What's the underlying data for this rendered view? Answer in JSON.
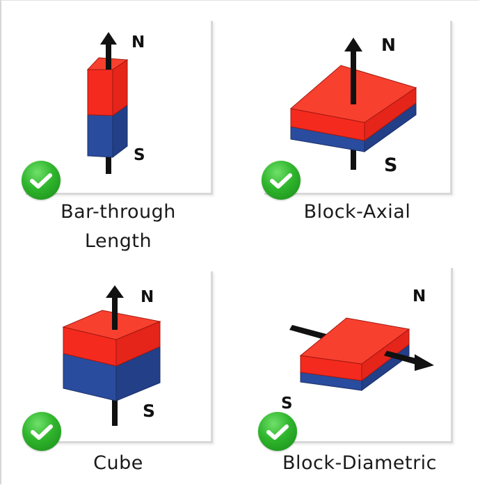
{
  "colors": {
    "north_red": "#f42a1e",
    "south_blue": "#2a4c9e",
    "arrow_black": "#111111",
    "check_green": "#2fb52c",
    "card_border": "#d8d8d8"
  },
  "cards": [
    {
      "id": "bar-through-length",
      "label_lines": [
        "Bar-through",
        "Length"
      ],
      "north_label": "N",
      "south_label": "S",
      "magnetization": "axial-through-length",
      "checked": true,
      "check_icon": "check-circle-icon"
    },
    {
      "id": "block-axial",
      "label_lines": [
        "Block-Axial"
      ],
      "north_label": "N",
      "south_label": "S",
      "magnetization": "axial",
      "checked": true,
      "check_icon": "check-circle-icon"
    },
    {
      "id": "cube",
      "label_lines": [
        "Cube"
      ],
      "north_label": "N",
      "south_label": "S",
      "magnetization": "axial",
      "checked": true,
      "check_icon": "check-circle-icon"
    },
    {
      "id": "block-diametric",
      "label_lines": [
        "Block-Diametric"
      ],
      "north_label": "N",
      "south_label": "S",
      "magnetization": "diametric",
      "checked": true,
      "check_icon": "check-circle-icon"
    }
  ]
}
